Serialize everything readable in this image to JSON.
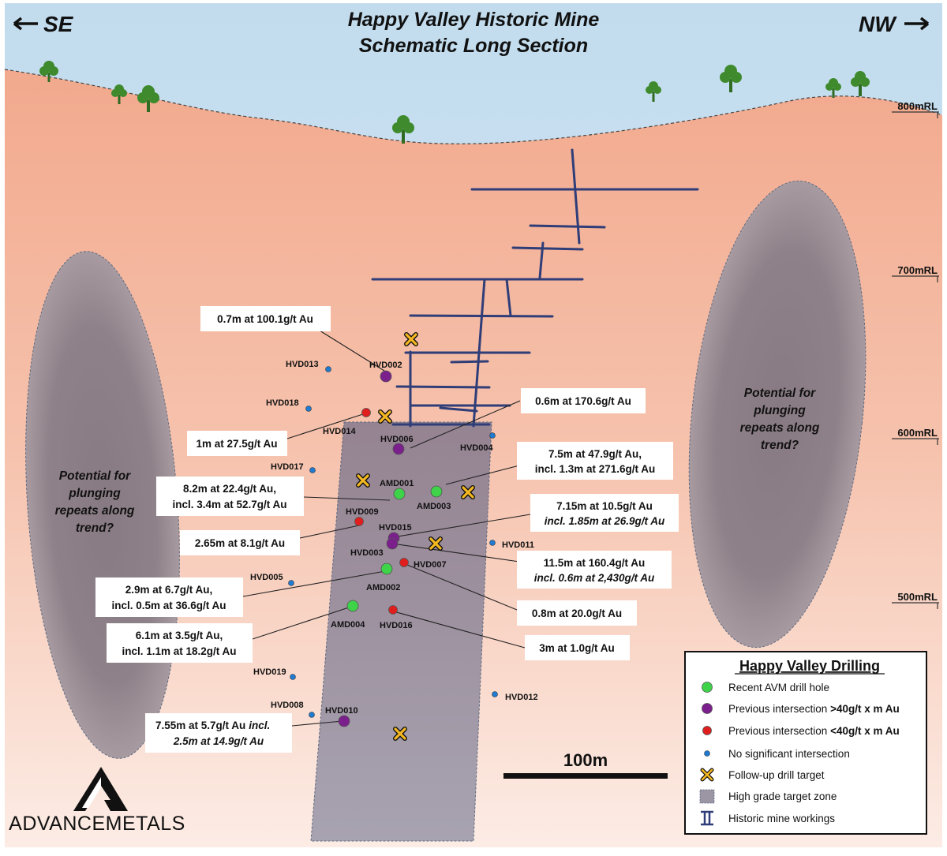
{
  "title": {
    "line1": "Happy Valley Historic Mine",
    "line2": "Schematic Long Section"
  },
  "directions": {
    "left": "SE",
    "right": "NW"
  },
  "levels": [
    "800mRL",
    "700mRL",
    "600mRL",
    "500mRL"
  ],
  "potential_text": [
    "Potential for",
    "plunging",
    "repeats along",
    "trend?"
  ],
  "holes": {
    "HVD013": "HVD013",
    "HVD002": "HVD002",
    "HVD018": "HVD018",
    "HVD014": "HVD014",
    "HVD006": "HVD006",
    "HVD004": "HVD004",
    "HVD017": "HVD017",
    "AMD001": "AMD001",
    "AMD003": "AMD003",
    "HVD009": "HVD009",
    "HVD015": "HVD015",
    "HVD003": "HVD003",
    "HVD011": "HVD011",
    "HVD007": "HVD007",
    "HVD005": "HVD005",
    "AMD002": "AMD002",
    "AMD004": "AMD004",
    "HVD016": "HVD016",
    "HVD019": "HVD019",
    "HVD012": "HVD012",
    "HVD008": "HVD008",
    "HVD010": "HVD010"
  },
  "callouts": {
    "c1": "0.7m at 100.1g/t Au",
    "c2": "0.6m at 170.6g/t Au",
    "c3": "1m at 27.5g/t Au",
    "c4a": "7.5m at 47.9g/t Au,",
    "c4b": "incl. 1.3m at 271.6g/t Au",
    "c5a": "8.2m at 22.4g/t Au,",
    "c5b": "incl. 3.4m at 52.7g/t Au",
    "c6a": "7.15m at 10.5g/t Au",
    "c6b": "incl. 1.85m at 26.9g/t Au",
    "c7": "2.65m at 8.1g/t Au",
    "c8a": "11.5m at 160.4g/t Au",
    "c8b": "incl. 0.6m at 2,430g/t Au",
    "c9a": "2.9m at 6.7g/t Au,",
    "c9b": "incl. 0.5m at 36.6g/t Au",
    "c10": "0.8m at 20.0g/t Au",
    "c11a": "6.1m at 3.5g/t Au,",
    "c11b": "incl. 1.1m at 18.2g/t Au",
    "c12": "3m at 1.0g/t Au",
    "c13a": "7.55m at 5.7g/t Au",
    "c13a_incl": "incl.",
    "c13b": "2.5m at 14.9g/t Au"
  },
  "legend": {
    "title": "Happy Valley Drilling",
    "items": {
      "recent": "Recent AVM drill hole",
      "prev_high_a": "Previous intersection ",
      "prev_high_b": ">40g/t x m Au",
      "prev_low_a": "Previous intersection ",
      "prev_low_b": "<40g/t x m Au",
      "none": "No significant intersection",
      "target": "Follow-up drill target",
      "zone": "High grade target zone",
      "workings": "Historic mine workings"
    }
  },
  "scale_bar": "100m",
  "logo": "ADVANCEMETALS",
  "colors": {
    "sky": "#cde3f1",
    "ground_top": "#f2a98d",
    "ground_bottom": "#fbe9e2",
    "ellipse": "#8a7d86",
    "zone": "#9b95a4",
    "workings": "#2f3d78",
    "recent_hole": "#3fd34a",
    "prev_high": "#7b1f8c",
    "prev_low": "#e01e1e",
    "no_sig": "#1f7ad1",
    "target": "#f5b820",
    "tree": "#3e8a2d"
  }
}
